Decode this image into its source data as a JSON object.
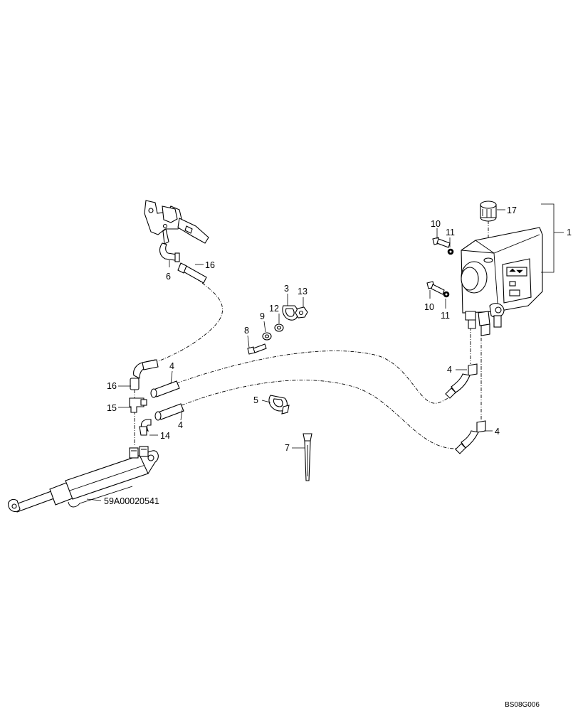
{
  "diagram": {
    "callouts": [
      {
        "id": "c17",
        "text": "17"
      },
      {
        "id": "c1",
        "text": "1"
      },
      {
        "id": "c10a",
        "text": "10"
      },
      {
        "id": "c11a",
        "text": "11"
      },
      {
        "id": "c10b",
        "text": "10"
      },
      {
        "id": "c11b",
        "text": "11"
      },
      {
        "id": "c16a",
        "text": "16"
      },
      {
        "id": "c6",
        "text": "6"
      },
      {
        "id": "c3",
        "text": "3"
      },
      {
        "id": "c13",
        "text": "13"
      },
      {
        "id": "c12",
        "text": "12"
      },
      {
        "id": "c9",
        "text": "9"
      },
      {
        "id": "c8",
        "text": "8"
      },
      {
        "id": "c4a",
        "text": "4"
      },
      {
        "id": "c16b",
        "text": "16"
      },
      {
        "id": "c15",
        "text": "15"
      },
      {
        "id": "c4b",
        "text": "4"
      },
      {
        "id": "c14",
        "text": "14"
      },
      {
        "id": "c5",
        "text": "5"
      },
      {
        "id": "c7",
        "text": "7"
      },
      {
        "id": "c4c",
        "text": "4"
      },
      {
        "id": "c4d",
        "text": "4"
      },
      {
        "id": "cyl",
        "text": "59A00020541"
      }
    ],
    "drawing_ref": "BS08G006"
  }
}
